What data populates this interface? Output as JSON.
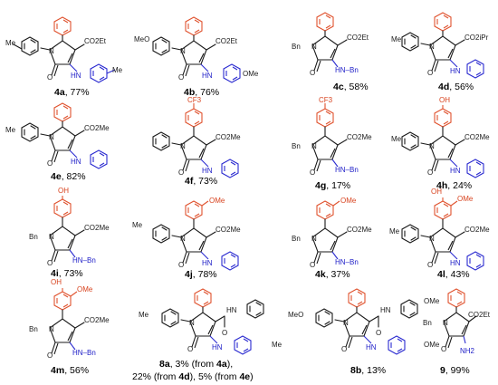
{
  "atoms": {
    "N": "N",
    "O": "O",
    "HN": "HN",
    "NH2": "NH2",
    "OH": "OH",
    "CF3": "CF3",
    "OMe": "OMe",
    "MeO": "MeO",
    "Me": "Me",
    "Bn": "Bn",
    "HN_Bn": "HN–Bn",
    "Bn_N": "Bn–",
    "CO2Et": "CO2Et",
    "CO2Me": "CO2Me",
    "CO2iPr": "CO2iPr",
    "CONH": "HN"
  },
  "compounds": [
    {
      "id": "4a",
      "yield": ", 77%"
    },
    {
      "id": "4b",
      "yield": ", 76%"
    },
    {
      "id": "4c",
      "yield": ", 58%"
    },
    {
      "id": "4d",
      "yield": ", 56%"
    },
    {
      "id": "4e",
      "yield": ", 82%"
    },
    {
      "id": "4f",
      "yield": ", 73%"
    },
    {
      "id": "4g",
      "yield": ", 17%"
    },
    {
      "id": "4h",
      "yield": ", 24%"
    },
    {
      "id": "4i",
      "yield": ", 73%"
    },
    {
      "id": "4j",
      "yield": ", 78%"
    },
    {
      "id": "4k",
      "yield": ", 37%"
    },
    {
      "id": "4l",
      "yield": ", 43%"
    },
    {
      "id": "4m",
      "yield": ", 56%"
    },
    {
      "id": "8a",
      "yield": ", 3% (from ",
      "ref1": "4a",
      "tail1": "),",
      "line2a": "22% (from ",
      "ref2": "4d",
      "mid": "), 5% (from ",
      "ref3": "4e",
      "tail2": ")"
    },
    {
      "id": "8b",
      "yield": ", 13%"
    },
    {
      "id": "9",
      "yield": ", 99%"
    }
  ],
  "colors": {
    "bond": "#1a1a1a",
    "aryl_highlight": "#e0522e",
    "amine_blue": "#2b2bd0"
  }
}
